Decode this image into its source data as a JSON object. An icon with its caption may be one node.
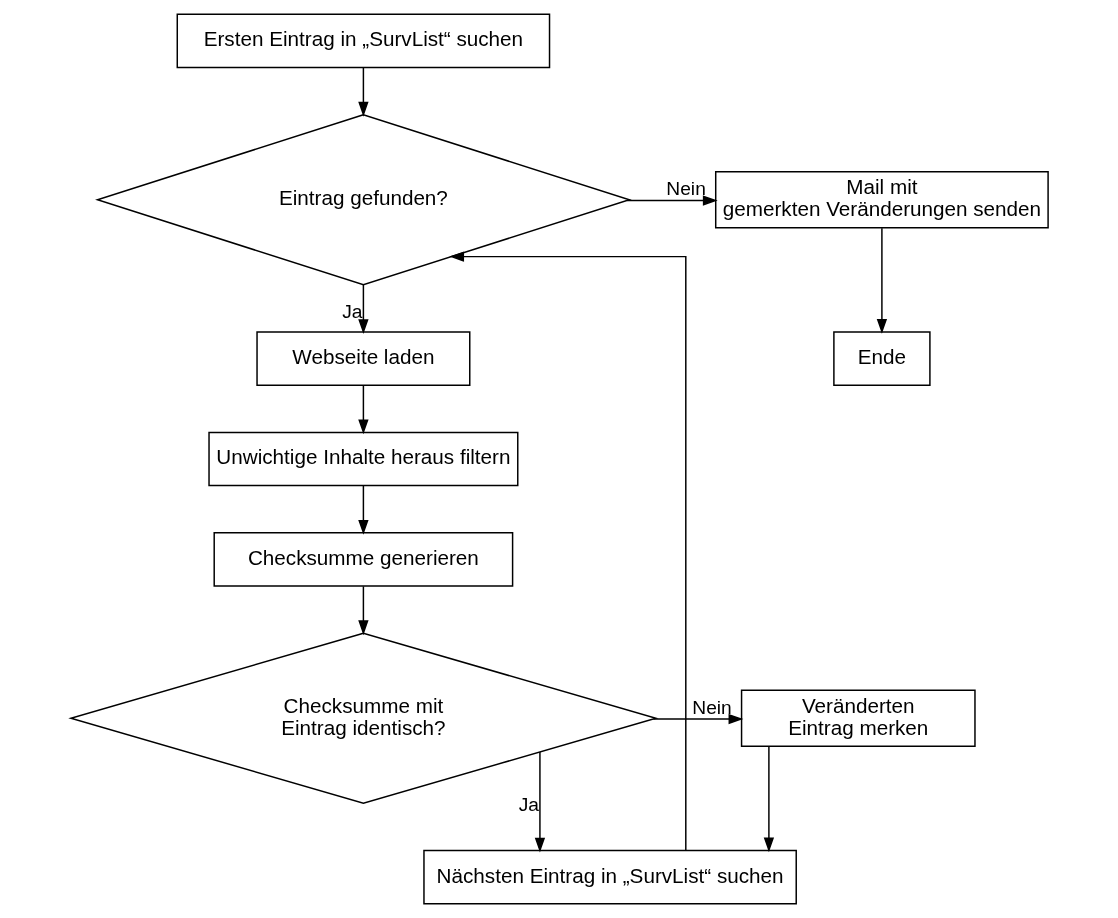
{
  "diagram": {
    "nodes": [
      {
        "text": [
          "Ersten Eintrag in „SurvList“ suchen"
        ]
      },
      {
        "text": [
          "Eintrag gefunden?"
        ]
      },
      {
        "text": [
          "Mail mit gemerkten Veränderungen senden"
        ]
      },
      {
        "text": [
          "Ende"
        ]
      },
      {
        "text": [
          "Webseite laden"
        ]
      },
      {
        "text": [
          "Unwichtige Inhalte heraus filtern"
        ]
      },
      {
        "text": [
          "Checksumme generieren"
        ]
      },
      {
        "text": [
          "Checksumme mit Eintrag identisch?"
        ]
      },
      {
        "text": [
          "Veränderten Eintrag merken"
        ]
      },
      {
        "text": [
          "Nächsten Eintrag in „SurvList“ suchen"
        ]
      }
    ],
    "edges": [
      {
        "from": 0,
        "to": 1,
        "arrow": "to"
      },
      {
        "from": 9,
        "to": 1,
        "arrow": "to"
      },
      {
        "from": 1,
        "to": 2,
        "label": "Nein",
        "arrow": "to"
      },
      {
        "from": 2,
        "to": 3,
        "arrow": "to"
      },
      {
        "from": 1,
        "to": 4,
        "label": "Ja",
        "arrow": "to"
      },
      {
        "from": 4,
        "to": 5,
        "arrow": "to"
      },
      {
        "from": 5,
        "to": 6,
        "arrow": "to"
      },
      {
        "from": 6,
        "to": 7,
        "arrow": "to"
      },
      {
        "from": 7,
        "to": 8,
        "label": "Nein",
        "arrow": "to"
      },
      {
        "from": 7,
        "to": 9,
        "label": "Ja",
        "arrow": "to"
      },
      {
        "from": 8,
        "to": 9,
        "arrow": "to"
      }
    ]
  }
}
